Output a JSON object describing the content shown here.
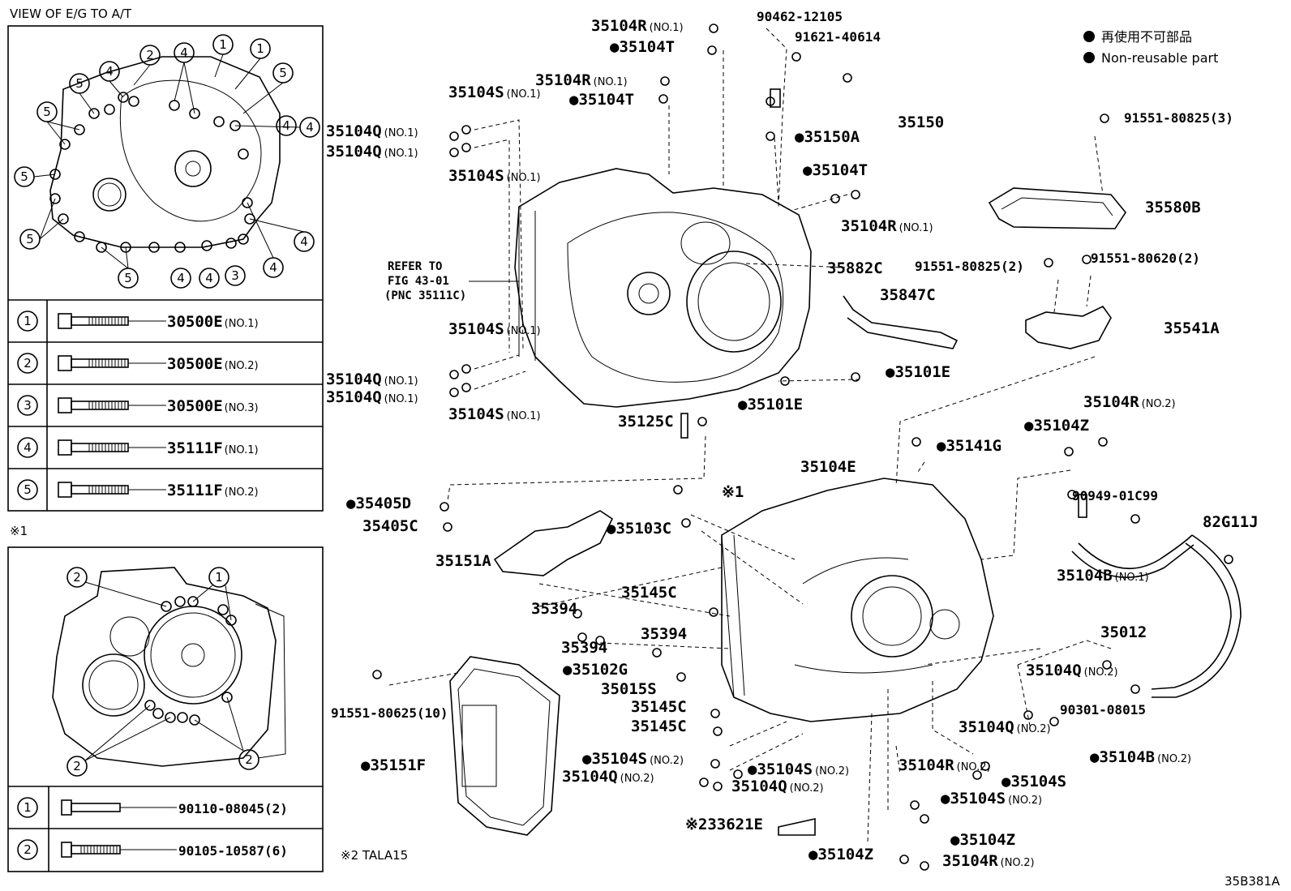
{
  "header": {
    "view_title": "VIEW OF E/G TO A/T",
    "note1_mark": "※1",
    "note2": "※2 TALA15",
    "figure_code": "35B381A"
  },
  "legend": {
    "line_jp": "再使用不可部品",
    "line_en": "Non-reusable part"
  },
  "refer": {
    "line1": "REFER TO",
    "line2": "FIG 43-01",
    "line3": "(PNC 35111C)"
  },
  "bolt_table_1": [
    {
      "num": "1",
      "part": "30500E",
      "sub": "(NO.1)"
    },
    {
      "num": "2",
      "part": "30500E",
      "sub": "(NO.2)"
    },
    {
      "num": "3",
      "part": "30500E",
      "sub": "(NO.3)"
    },
    {
      "num": "4",
      "part": "35111F",
      "sub": "(NO.1)"
    },
    {
      "num": "5",
      "part": "35111F",
      "sub": "(NO.2)"
    }
  ],
  "bolt_table_2": [
    {
      "num": "1",
      "part": "90110-08045(2)"
    },
    {
      "num": "2",
      "part": "90105-10587(6)"
    }
  ],
  "top_view_nums": [
    "1",
    "1",
    "2",
    "4",
    "4",
    "4",
    "5",
    "5",
    "5",
    "5",
    "5",
    "5",
    "4",
    "4",
    "4",
    "4",
    "3",
    "4"
  ],
  "sub_view_nums": [
    "2",
    "1",
    "2",
    "2"
  ],
  "callouts": {
    "c01": {
      "mark": "",
      "part": "35104R",
      "sub": "(NO.1)"
    },
    "c02": {
      "mark": "●",
      "part": "35104T",
      "sub": ""
    },
    "c03": {
      "mark": "",
      "part": "90462-12105",
      "sub": ""
    },
    "c04": {
      "mark": "",
      "part": "91621-40614",
      "sub": ""
    },
    "c05": {
      "mark": "",
      "part": "35104R",
      "sub": "(NO.1)"
    },
    "c06": {
      "mark": "●",
      "part": "35104T",
      "sub": ""
    },
    "c07": {
      "mark": "",
      "part": "35104S",
      "sub": "(NO.1)"
    },
    "c08": {
      "mark": "",
      "part": "35104Q",
      "sub": "(NO.1)"
    },
    "c09": {
      "mark": "",
      "part": "35104Q",
      "sub": "(NO.1)"
    },
    "c10": {
      "mark": "",
      "part": "35104S",
      "sub": "(NO.1)"
    },
    "c11": {
      "mark": "",
      "part": "35150",
      "sub": ""
    },
    "c12": {
      "mark": "●",
      "part": "35150A",
      "sub": ""
    },
    "c13": {
      "mark": "●",
      "part": "35104T",
      "sub": ""
    },
    "c14": {
      "mark": "",
      "part": "35104R",
      "sub": "(NO.1)"
    },
    "c15": {
      "mark": "",
      "part": "91551-80825(3)",
      "sub": ""
    },
    "c16": {
      "mark": "",
      "part": "35580B",
      "sub": ""
    },
    "c17": {
      "mark": "",
      "part": "35882C",
      "sub": ""
    },
    "c18": {
      "mark": "",
      "part": "35847C",
      "sub": ""
    },
    "c19": {
      "mark": "",
      "part": "91551-80825(2)",
      "sub": ""
    },
    "c20": {
      "mark": "",
      "part": "91551-80620(2)",
      "sub": ""
    },
    "c21": {
      "mark": "",
      "part": "35541A",
      "sub": ""
    },
    "c22": {
      "mark": "",
      "part": "35104S",
      "sub": "(NO.1)"
    },
    "c23": {
      "mark": "",
      "part": "35104Q",
      "sub": "(NO.1)"
    },
    "c24": {
      "mark": "",
      "part": "35104Q",
      "sub": "(NO.1)"
    },
    "c25": {
      "mark": "",
      "part": "35104S",
      "sub": "(NO.1)"
    },
    "c26": {
      "mark": "●",
      "part": "35101E",
      "sub": ""
    },
    "c27": {
      "mark": "●",
      "part": "35101E",
      "sub": ""
    },
    "c28": {
      "mark": "",
      "part": "35125C",
      "sub": ""
    },
    "c29": {
      "mark": "",
      "part": "35104R",
      "sub": "(NO.2)"
    },
    "c30": {
      "mark": "●",
      "part": "35104Z",
      "sub": ""
    },
    "c31": {
      "mark": "●",
      "part": "35141G",
      "sub": ""
    },
    "c32": {
      "mark": "",
      "part": "35104E",
      "sub": ""
    },
    "c33": {
      "mark": "●",
      "part": "35405D",
      "sub": ""
    },
    "c34": {
      "mark": "",
      "part": "35405C",
      "sub": ""
    },
    "c35": {
      "mark": "",
      "part": "※1",
      "sub": ""
    },
    "c36": {
      "mark": "●",
      "part": "35103C",
      "sub": ""
    },
    "c37": {
      "mark": "",
      "part": "35151A",
      "sub": ""
    },
    "c38": {
      "mark": "",
      "part": "90949-01C99",
      "sub": ""
    },
    "c39": {
      "mark": "",
      "part": "82G11J",
      "sub": ""
    },
    "c40": {
      "mark": "",
      "part": "35104B",
      "sub": "(NO.1)"
    },
    "c41": {
      "mark": "",
      "part": "35012",
      "sub": ""
    },
    "c42": {
      "mark": "",
      "part": "35394",
      "sub": ""
    },
    "c43": {
      "mark": "",
      "part": "35145C",
      "sub": ""
    },
    "c44": {
      "mark": "",
      "part": "35394",
      "sub": ""
    },
    "c45": {
      "mark": "",
      "part": "35394",
      "sub": ""
    },
    "c46": {
      "mark": "●",
      "part": "35102G",
      "sub": ""
    },
    "c47": {
      "mark": "",
      "part": "35015S",
      "sub": ""
    },
    "c48": {
      "mark": "",
      "part": "35145C",
      "sub": ""
    },
    "c49": {
      "mark": "",
      "part": "35145C",
      "sub": ""
    },
    "c50": {
      "mark": "",
      "part": "91551-80625(10)",
      "sub": ""
    },
    "c51": {
      "mark": "",
      "part": "35104Q",
      "sub": "(NO.2)"
    },
    "c52": {
      "mark": "",
      "part": "90301-08015",
      "sub": ""
    },
    "c53": {
      "mark": "",
      "part": "35104Q",
      "sub": "(NO.2)"
    },
    "c54": {
      "mark": "●",
      "part": "35104B",
      "sub": "(NO.2)"
    },
    "c55": {
      "mark": "●",
      "part": "35151F",
      "sub": ""
    },
    "c56": {
      "mark": "●",
      "part": "35104S",
      "sub": "(NO.2)"
    },
    "c57": {
      "mark": "●",
      "part": "35104S",
      "sub": "(NO.2)"
    },
    "c58": {
      "mark": "",
      "part": "35104Q",
      "sub": "(NO.2)"
    },
    "c59": {
      "mark": "",
      "part": "35104Q",
      "sub": "(NO.2)"
    },
    "c60": {
      "mark": "",
      "part": "35104R",
      "sub": "(NO.2)"
    },
    "c61": {
      "mark": "●",
      "part": "35104S",
      "sub": ""
    },
    "c62": {
      "mark": "●",
      "part": "35104S",
      "sub": "(NO.2)"
    },
    "c63": {
      "mark": "※2",
      "part": "33621E",
      "sub": ""
    },
    "c64": {
      "mark": "●",
      "part": "35104Z",
      "sub": ""
    },
    "c65": {
      "mark": "●",
      "part": "35104Z",
      "sub": ""
    },
    "c66": {
      "mark": "",
      "part": "35104R",
      "sub": "(NO.2)"
    }
  }
}
